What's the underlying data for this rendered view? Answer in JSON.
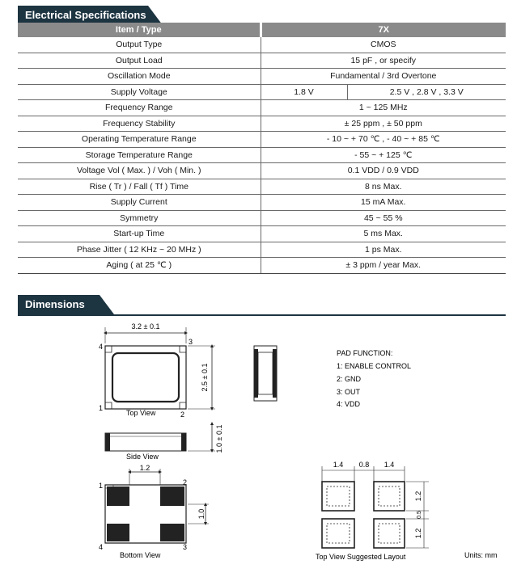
{
  "sections": {
    "electrical": "Electrical Specifications",
    "dimensions": "Dimensions"
  },
  "table": {
    "headers": [
      "Item / Type",
      "7X"
    ],
    "rows": [
      {
        "item": "Output Type",
        "value": "CMOS"
      },
      {
        "item": "Output Load",
        "value": "15 pF , or specify"
      },
      {
        "item": "Oscillation Mode",
        "value": "Fundamental / 3rd Overtone"
      },
      {
        "item": "Supply Voltage",
        "value_a": "1.8 V",
        "value_b": "2.5 V , 2.8 V , 3.3 V"
      },
      {
        "item": "Frequency Range",
        "value": "1 ~ 125 MHz"
      },
      {
        "item": "Frequency Stability",
        "value": "± 25 ppm , ± 50 ppm"
      },
      {
        "item": "Operating Temperature Range",
        "value": "- 10 ~ + 70 ℃ , - 40 ~ + 85 ℃"
      },
      {
        "item": "Storage Temperature Range",
        "value": "- 55 ~ + 125 ℃"
      },
      {
        "item": "Voltage Vol ( Max. ) / Voh ( Min. )",
        "value": "0.1 VDD / 0.9 VDD"
      },
      {
        "item": "Rise ( Tr ) / Fall ( Tf ) Time",
        "value": "8 ns Max."
      },
      {
        "item": "Supply Current",
        "value": "15 mA Max."
      },
      {
        "item": "Symmetry",
        "value": "45 ~ 55 %"
      },
      {
        "item": "Start-up Time",
        "value": "5 ms Max."
      },
      {
        "item": "Phase Jitter ( 12 KHz ~ 20 MHz )",
        "value": "1 ps Max."
      },
      {
        "item": "Aging ( at 25 ℃ )",
        "value": "± 3 ppm / year Max."
      }
    ]
  },
  "dims": {
    "top_width": "3.2 ± 0.1",
    "top_height": "2.5 ± 0.1",
    "side_height": "1.0 ± 0.1",
    "bottom_pad_span": "1.2",
    "bottom_pad_height": "1.0",
    "pin1": "1",
    "pin2": "2",
    "pin3": "3",
    "pin4": "4",
    "top_view": "Top View",
    "side_view": "Side View",
    "bottom_view": "Bottom View",
    "layout_caption": "Top View Suggested Layout",
    "layout_w1": "1.4",
    "layout_gap": "0.8",
    "layout_w2": "1.4",
    "layout_h1": "1.2",
    "layout_mid": "0.5",
    "layout_h2": "1.2",
    "units": "Units: mm"
  },
  "pad_function": {
    "title": "PAD FUNCTION:",
    "items": [
      "1: ENABLE CONTROL",
      "2: GND",
      "3: OUT",
      "4: VDD"
    ]
  },
  "colors": {
    "header_bg": "#1d3441",
    "table_head_bg": "#8a8a8a"
  }
}
